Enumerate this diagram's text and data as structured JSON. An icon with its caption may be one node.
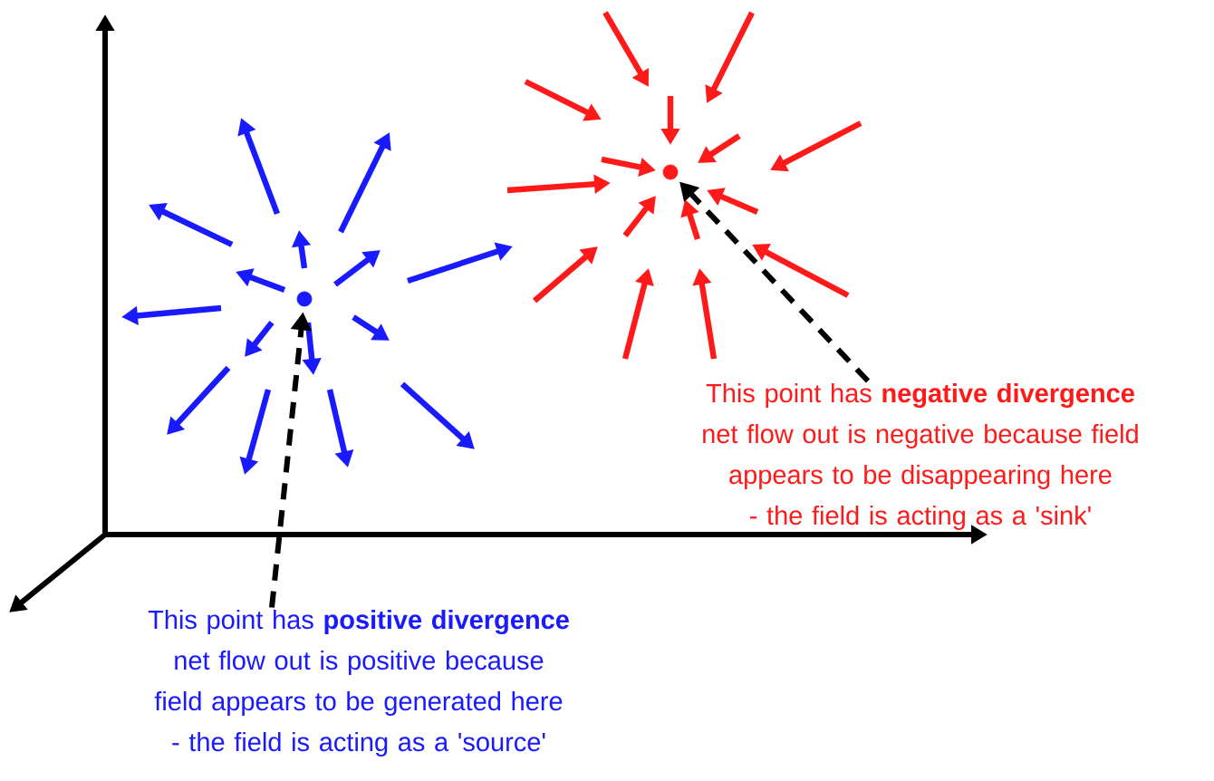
{
  "diagram": {
    "nodes": [
      {
        "text": [
          "This point has **positive divergence**",
          "net flow out is positive because field appears to be generated here",
          "- the field is acting as a 'source'"
        ]
      },
      {
        "text": [],
        "shape": "circle"
      },
      {
        "text": [
          "This point has **negative divergence**",
          "net flow out is negative because field appears to be disappearing here",
          "- the field is acting as a 'sink'"
        ]
      },
      {
        "text": [],
        "shape": "circle"
      }
    ],
    "edges": [
      {
        "from": 0,
        "to": 1,
        "arrow": "to",
        "style": "dashed"
      },
      {
        "from": 2,
        "to": 3,
        "arrow": "to",
        "style": "dashed"
      }
    ]
  }
}
